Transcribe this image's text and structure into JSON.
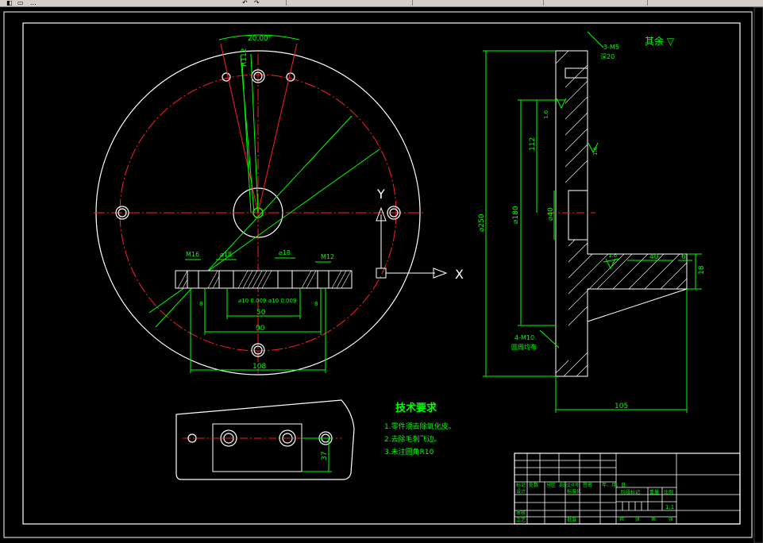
{
  "toolbar": {
    "title": "...",
    "icons": [
      "drawing-icon",
      "ruler-icon",
      "undo-icon",
      "redo-icon"
    ]
  },
  "colors": {
    "background": "#000000",
    "outline": "#ffffff",
    "centerline": "#ff2020",
    "dimension": "#00ff00",
    "accent": "#0000ff"
  },
  "labels": {
    "angle": "20.00°",
    "hole_radius": "R112",
    "section_widths": [
      "M16",
      "⌀18",
      "⌀18",
      "M12"
    ],
    "section_small": [
      "8",
      "8"
    ],
    "section_fits": [
      "⌀10 0.009",
      "⌀10 0.009"
    ],
    "dim_50": "50",
    "dim_90": "90",
    "dim_108": "108",
    "dim_37": "37",
    "axis_y": "Y",
    "axis_x": "X",
    "surface_mark": "其余 ▽",
    "holes_top": "3-M5",
    "holes_top_depth": "深20",
    "dim_112": "112",
    "dia_250": "⌀250",
    "dia_180": "⌀180",
    "dia_40": "⌀40",
    "roughness_a": "1.6",
    "roughness_b": "1.6",
    "roughness_c": "1.6",
    "dim_6": "6",
    "dim_40": "40",
    "dim_18": "18",
    "holes_bottom": "4-M10",
    "holes_bottom_note": "圆周均布",
    "dim_105": "105"
  },
  "tech": {
    "title": "技术要求",
    "items": [
      "1.零件须去除氧化皮。",
      "2.去除毛刺飞边。",
      "3.未注圆角R10"
    ]
  },
  "title_block": {
    "row_labels": [
      "标记",
      "处数",
      "分区",
      "更改文件号",
      "签名",
      "年、月、日"
    ],
    "design": "设计",
    "standard": "标准化",
    "review": "审核",
    "process": "工艺",
    "approve": "批准",
    "stage_mark": "阶段标记",
    "weight": "重量",
    "scale_label": "比例",
    "scale": "1:1",
    "sheet": "共",
    "sheet_of": "张",
    "page": "第",
    "page_of": "张"
  }
}
